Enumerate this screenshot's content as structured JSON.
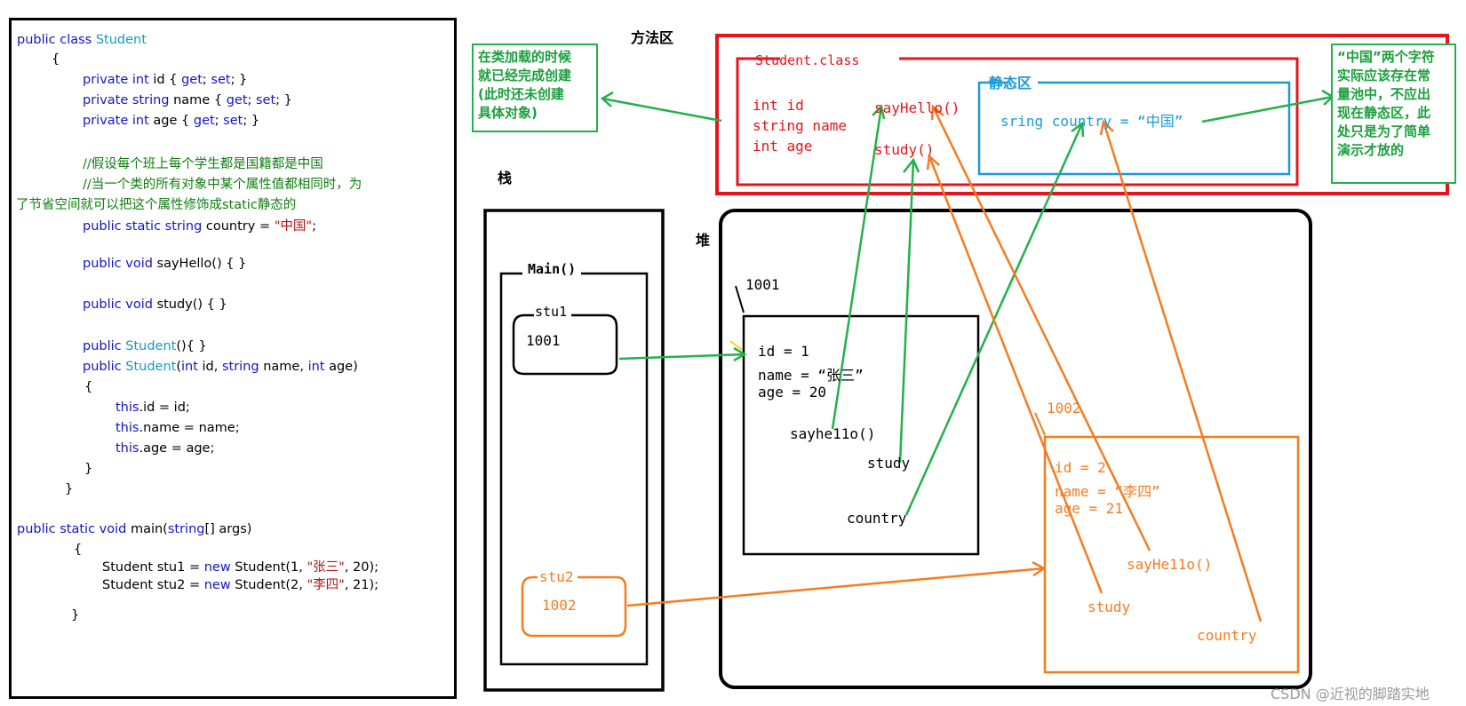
{
  "code": {
    "lines": [
      {
        "text": "public class Student",
        "spans": [
          [
            "public class ",
            "kw"
          ],
          [
            "Student",
            "cls"
          ]
        ]
      },
      {
        "text": "{",
        "spans": [
          [
            "{",
            ""
          ]
        ]
      },
      {
        "text": "private int id { get; set; }",
        "spans": [
          [
            "private int ",
            "kw"
          ],
          [
            "id { ",
            ""
          ],
          [
            "get",
            "kw"
          ],
          [
            "; ",
            ""
          ],
          [
            "set",
            "kw"
          ],
          [
            "; }",
            ""
          ]
        ]
      },
      {
        "text": "private string name { get; set; }",
        "spans": [
          [
            "private string ",
            "kw"
          ],
          [
            "name { ",
            ""
          ],
          [
            "get",
            "kw"
          ],
          [
            "; ",
            ""
          ],
          [
            "set",
            "kw"
          ],
          [
            "; }",
            ""
          ]
        ]
      },
      {
        "text": "private int age { get; set; }",
        "spans": [
          [
            "private int ",
            "kw"
          ],
          [
            "age { ",
            ""
          ],
          [
            "get",
            "kw"
          ],
          [
            "; ",
            ""
          ],
          [
            "set",
            "kw"
          ],
          [
            "; }",
            ""
          ]
        ]
      },
      {
        "text": "//假设每个班上每个学生都是国籍都是中国",
        "spans": [
          [
            "//假设每个班上每个学生都是国籍都是中国",
            "cm"
          ]
        ]
      },
      {
        "text": "//当一个类的所有对象中某个属性值都相同时，为",
        "spans": [
          [
            "//当一个类的所有对象中某个属性值都相同时，为",
            "cm"
          ]
        ]
      },
      {
        "text": "了节省空间就可以把这个属性修饰成static静态的",
        "spans": [
          [
            "了节省空间就可以把这个属性修饰成static静态的",
            "cm"
          ]
        ]
      },
      {
        "text": "public static string country = \"中国\";",
        "spans": [
          [
            "public static string ",
            "kw"
          ],
          [
            "country = ",
            ""
          ],
          [
            "\"中国\"",
            "str"
          ],
          [
            ";",
            ""
          ]
        ]
      },
      {
        "text": "public void sayHello() { }",
        "spans": [
          [
            "public void ",
            "kw"
          ],
          [
            "sayHello() { }",
            ""
          ]
        ]
      },
      {
        "text": "public void study() { }",
        "spans": [
          [
            "public void ",
            "kw"
          ],
          [
            "study() { }",
            ""
          ]
        ]
      },
      {
        "text": "public Student(){ }",
        "spans": [
          [
            "public ",
            "kw"
          ],
          [
            "Student",
            "cls"
          ],
          [
            "(){ }",
            ""
          ]
        ]
      },
      {
        "text": "public Student(int id, string name, int age)",
        "spans": [
          [
            "public ",
            "kw"
          ],
          [
            "Student",
            "cls"
          ],
          [
            "(",
            ""
          ],
          [
            "int",
            "kw"
          ],
          [
            " id, ",
            ""
          ],
          [
            "string",
            "kw"
          ],
          [
            " name, ",
            ""
          ],
          [
            "int",
            "kw"
          ],
          [
            " age)",
            ""
          ]
        ]
      },
      {
        "text": "{",
        "spans": [
          [
            "{",
            ""
          ]
        ]
      },
      {
        "text": "this.id = id;",
        "spans": [
          [
            "this",
            "kw"
          ],
          [
            ".id = id;",
            ""
          ]
        ]
      },
      {
        "text": "this.name = name;",
        "spans": [
          [
            "this",
            "kw"
          ],
          [
            ".name = name;",
            ""
          ]
        ]
      },
      {
        "text": "this.age = age;",
        "spans": [
          [
            "this",
            "kw"
          ],
          [
            ".age = age;",
            ""
          ]
        ]
      },
      {
        "text": "}",
        "spans": [
          [
            "}",
            ""
          ]
        ]
      },
      {
        "text": "}",
        "spans": [
          [
            "}",
            ""
          ]
        ]
      },
      {
        "text": "public static void main(string[] args)",
        "spans": [
          [
            "public static void ",
            "kw"
          ],
          [
            "main(",
            ""
          ],
          [
            "string",
            "kw"
          ],
          [
            "[] args)",
            ""
          ]
        ]
      },
      {
        "text": "{",
        "spans": [
          [
            "{",
            ""
          ]
        ]
      },
      {
        "text": "Student stu1 = new Student(1, \"张三\", 20);",
        "spans": [
          [
            "Student stu1 = ",
            ""
          ],
          [
            "new",
            "kw"
          ],
          [
            " Student(1, ",
            ""
          ],
          [
            "\"张三\"",
            "str"
          ],
          [
            ", 20);",
            ""
          ]
        ]
      },
      {
        "text": "Student stu2 = new Student(2, \"李四\", 21);",
        "spans": [
          [
            "Student stu2 = ",
            ""
          ],
          [
            "new",
            "kw"
          ],
          [
            " Student(2, ",
            ""
          ],
          [
            "\"李四\"",
            "str"
          ],
          [
            ", 21);",
            ""
          ]
        ]
      },
      {
        "text": "}",
        "spans": [
          [
            "}",
            ""
          ]
        ]
      }
    ]
  },
  "labels": {
    "method_area": "方法区",
    "stack": "栈",
    "heap": "堆"
  },
  "method_area": {
    "class_title": "Student.class",
    "fields": [
      "int id",
      "string name",
      "int age"
    ],
    "methods": [
      "sayHello()",
      "study()"
    ],
    "static_area_title": "静态区",
    "static_field": "sring country = “中国”"
  },
  "notes": {
    "left": [
      "在类加载的时候",
      "就已经完成创建",
      "(此时还未创建",
      "具体对象)"
    ],
    "right": [
      "“中国”两个字符",
      "实际应该存在常",
      "量池中，不应出",
      "现在静态区，此",
      "处只是为了简单",
      "演示才放的"
    ]
  },
  "stack": {
    "frame_title": "Main()",
    "stu1_name": "stu1",
    "stu1_value": "1001",
    "stu2_name": "stu2",
    "stu2_value": "1002"
  },
  "heap": {
    "obj1_addr": "1001",
    "obj1_fields": [
      "id = 1",
      "name = “张三”",
      "age = 20"
    ],
    "obj1_say": "sayhe11o()",
    "obj1_study": "study",
    "obj1_country": "country",
    "obj2_addr": "1002",
    "obj2_fields": [
      "id = 2",
      "name = “李四”",
      "age = 21"
    ],
    "obj2_say": "sayHe11o()",
    "obj2_study": "study",
    "obj2_country": "country"
  },
  "watermark": "CSDN @近视的脚踏实地",
  "colors": {
    "red": "#e8141c",
    "green": "#22b14c",
    "blue": "#1a9ad6",
    "orange": "#f57c20",
    "code_keyword": "#1515c8",
    "code_class": "#1a9ab8",
    "code_string": "#b01818",
    "code_comment": "#0f7d0f"
  }
}
